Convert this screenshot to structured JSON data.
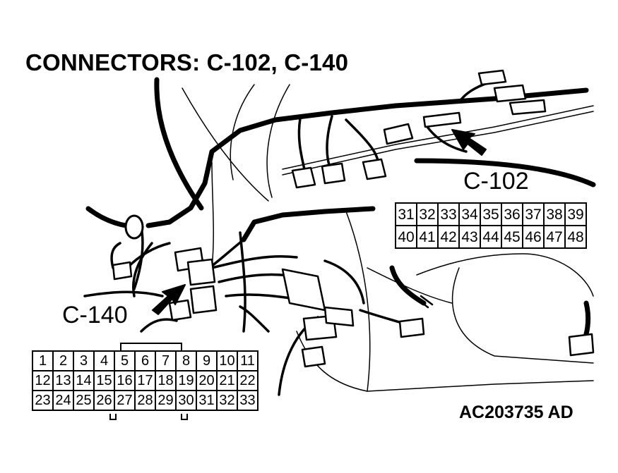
{
  "title": "CONNECTORS: C-102, C-140",
  "labels": {
    "c102": "C-102",
    "c140": "C-140"
  },
  "figure_code": "AC203735 AD",
  "c102_pins": [
    [
      "31",
      "32",
      "33",
      "34",
      "35",
      "36",
      "37",
      "38",
      "39"
    ],
    [
      "40",
      "41",
      "42",
      "43",
      "44",
      "45",
      "46",
      "47",
      "48"
    ]
  ],
  "c140_pins": [
    [
      "1",
      "2",
      "3",
      "4",
      "5",
      "6",
      "7",
      "8",
      "9",
      "10",
      "11"
    ],
    [
      "12",
      "13",
      "14",
      "15",
      "16",
      "17",
      "18",
      "19",
      "20",
      "21",
      "22"
    ],
    [
      "23",
      "24",
      "25",
      "26",
      "27",
      "28",
      "29",
      "30",
      "31",
      "32",
      "33"
    ]
  ]
}
